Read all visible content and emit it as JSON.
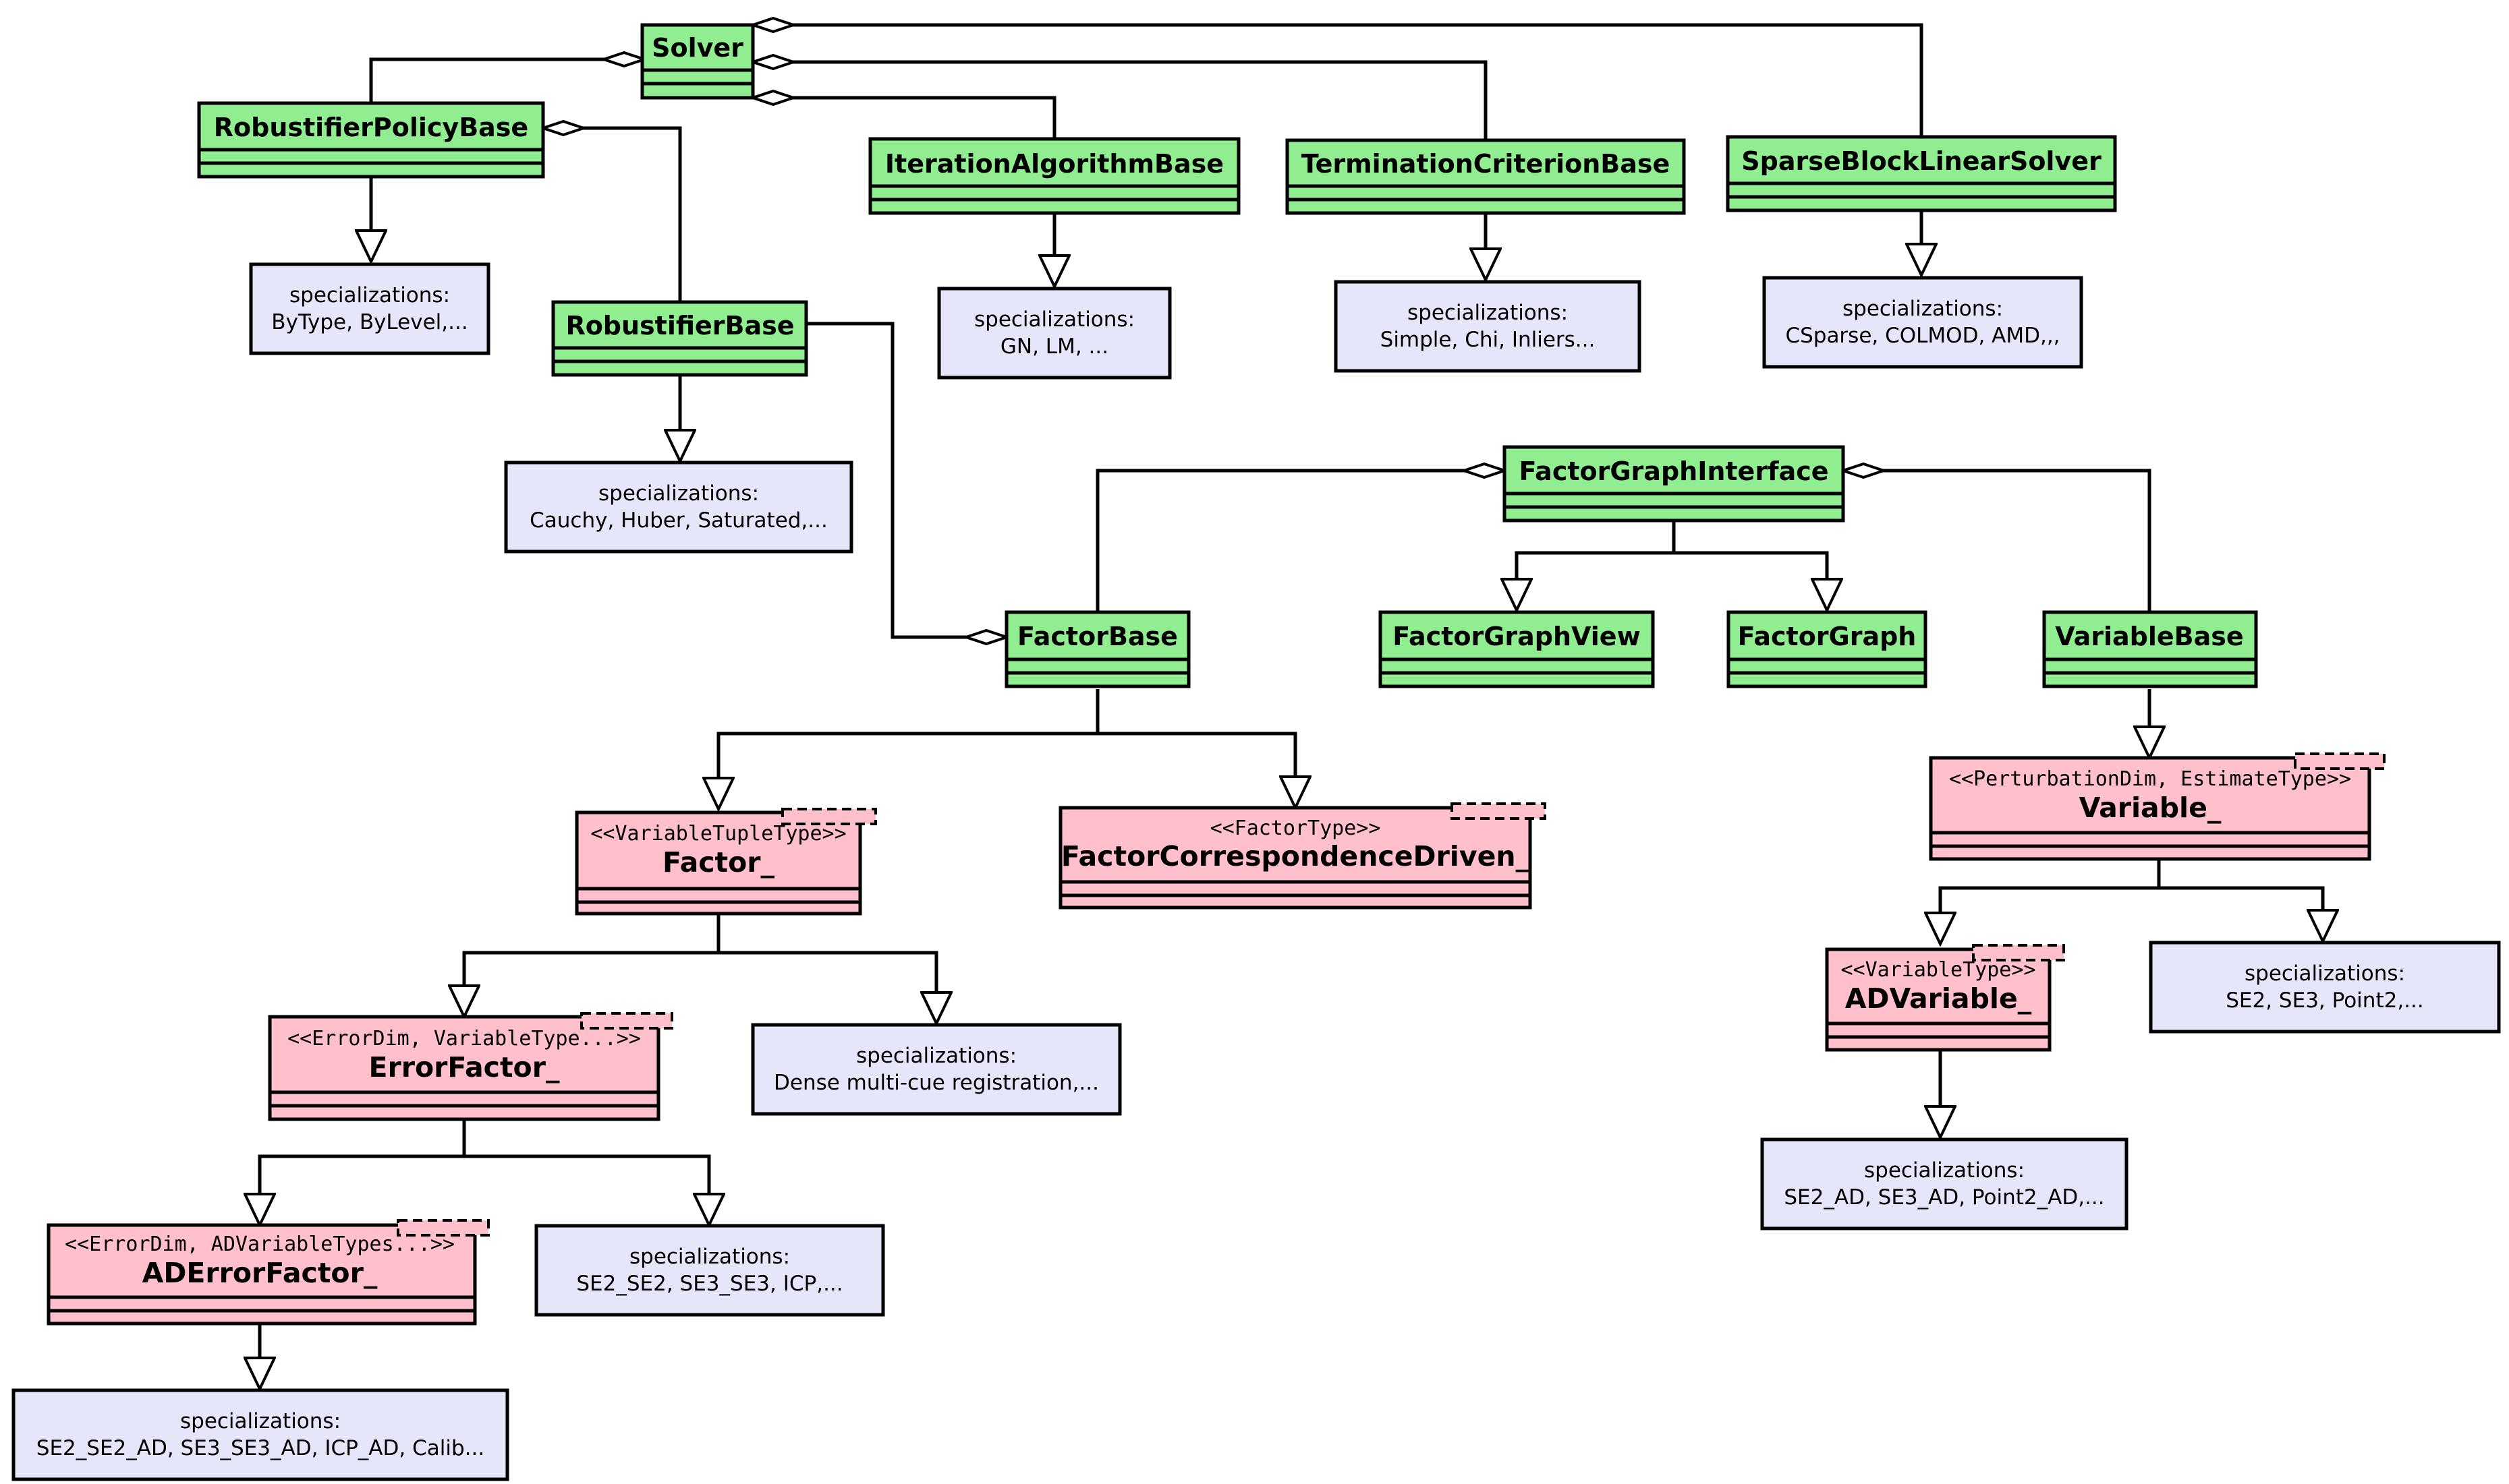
{
  "diagram": {
    "colors": {
      "base_class": "#90ee90",
      "template_class": "#ffc0cb",
      "note": "#e6e6fa",
      "line": "#000000"
    },
    "base_classes": {
      "solver": "Solver",
      "robustifier_policy_base": "RobustifierPolicyBase",
      "iteration_algorithm_base": "IterationAlgorithmBase",
      "termination_criterion_base": "TerminationCriterionBase",
      "sparse_block_linear_solver": "SparseBlockLinearSolver",
      "robustifier_base": "RobustifierBase",
      "factor_graph_interface": "FactorGraphInterface",
      "factor_base": "FactorBase",
      "factor_graph_view": "FactorGraphView",
      "factor_graph": "FactorGraph",
      "variable_base": "VariableBase"
    },
    "template_classes": {
      "factor": {
        "stereotype": "<<VariableTupleType>>",
        "name": "Factor_"
      },
      "factor_correspondence_driven": {
        "stereotype": "<<FactorType>>",
        "name": "FactorCorrespondenceDriven_"
      },
      "variable": {
        "stereotype": "<<PerturbationDim, EstimateType>>",
        "name": "Variable_"
      },
      "error_factor": {
        "stereotype": "<<ErrorDim, VariableType...>>",
        "name": "ErrorFactor_"
      },
      "ad_variable": {
        "stereotype": "<<VariableType>>",
        "name": "ADVariable_"
      },
      "ad_error_factor": {
        "stereotype": "<<ErrorDim, ADVariableTypes...>>",
        "name": "ADErrorFactor_"
      }
    },
    "notes": {
      "robustifier_policy": {
        "heading": "specializations:",
        "body": "ByType, ByLevel,..."
      },
      "iteration_algorithm": {
        "heading": "specializations:",
        "body": "GN, LM, ..."
      },
      "termination_criterion": {
        "heading": "specializations:",
        "body": "Simple, Chi, Inliers..."
      },
      "sparse_block_linear_solver": {
        "heading": "specializations:",
        "body": "CSparse, COLMOD, AMD,,,"
      },
      "robustifier": {
        "heading": "specializations:",
        "body": "Cauchy, Huber, Saturated,..."
      },
      "factor": {
        "heading": "specializations:",
        "body": "Dense multi-cue registration,..."
      },
      "variable": {
        "heading": "specializations:",
        "body": "SE2, SE3, Point2,..."
      },
      "error_factor": {
        "heading": "specializations:",
        "body": "SE2_SE2, SE3_SE3, ICP,..."
      },
      "ad_variable": {
        "heading": "specializations:",
        "body": "SE2_AD, SE3_AD, Point2_AD,..."
      },
      "ad_error_factor": {
        "heading": "specializations:",
        "body": "SE2_SE2_AD, SE3_SE3_AD, ICP_AD, Calib..."
      }
    }
  }
}
